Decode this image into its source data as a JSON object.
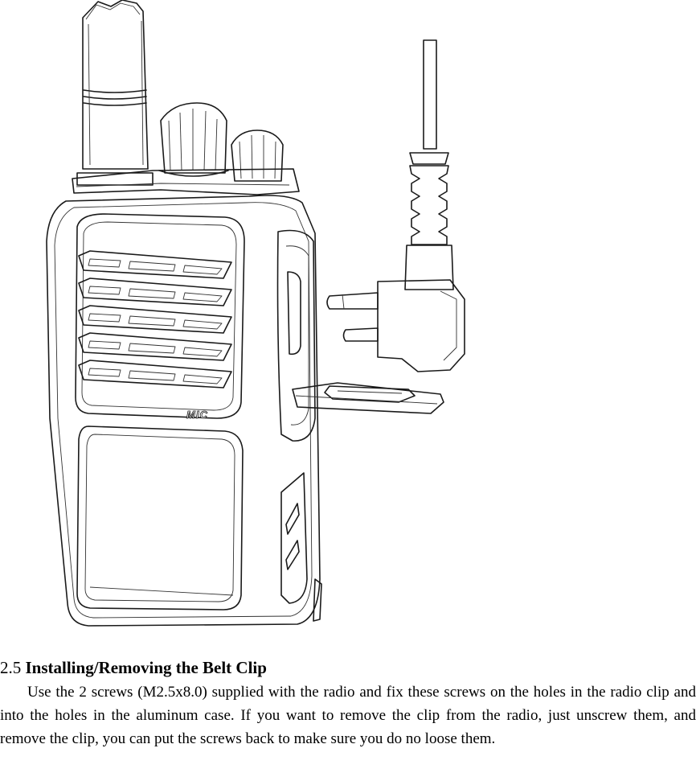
{
  "figure": {
    "device_label": "MIC",
    "icons": [
      "radio-illustration",
      "speaker-mic-plug",
      "belt-clip"
    ]
  },
  "section": {
    "number": "2.5",
    "title": "Installing/Removing the Belt Clip",
    "paragraph": "Use the 2 screws (M2.5x8.0) supplied with the radio and fix these screws on the holes in the radio clip and into the holes in the aluminum case. If you want to remove the clip from the radio, just unscrew them, and remove the clip, you can put the screws back to make sure you do no loose them."
  }
}
